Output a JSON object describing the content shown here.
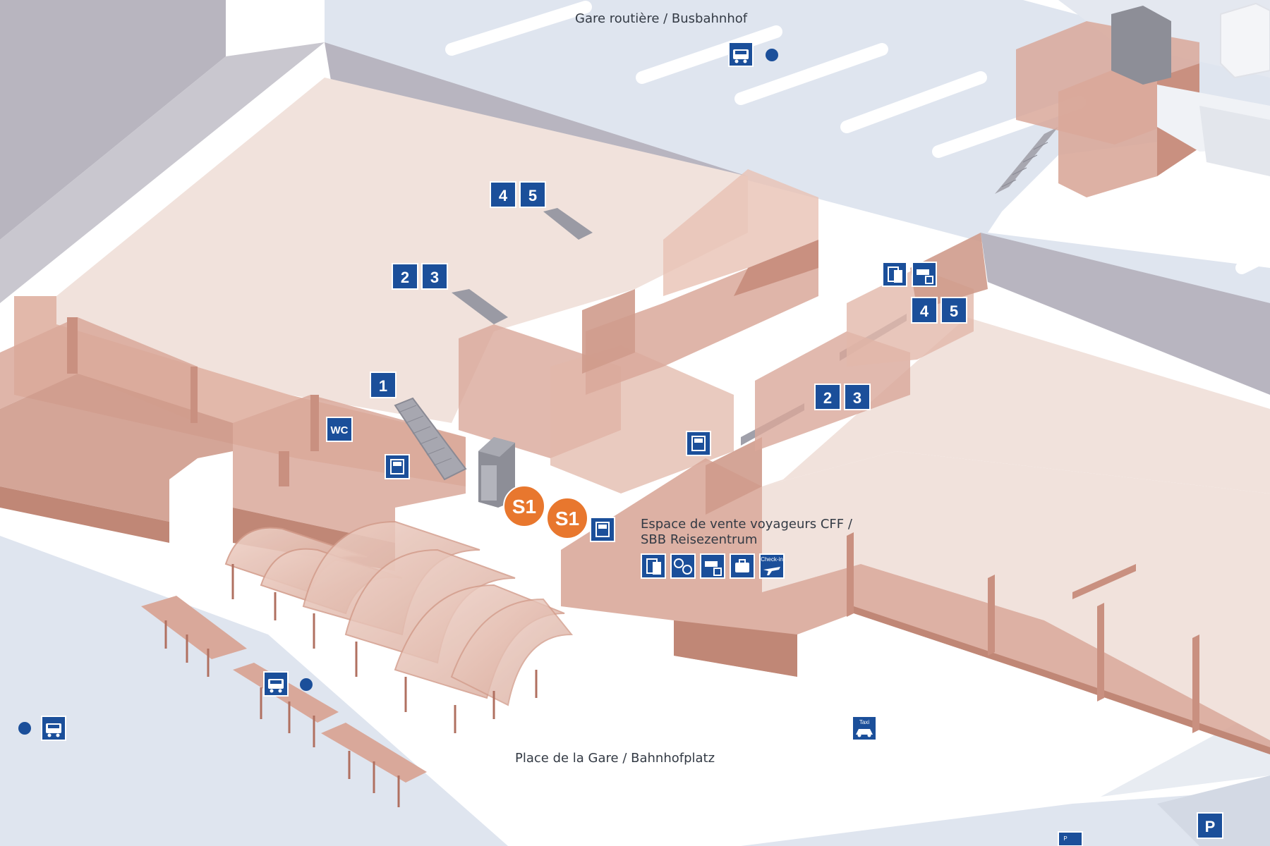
{
  "map": {
    "labels": {
      "bus_station": "Gare routière / Busbahnhof",
      "station_square": "Place de la Gare  / Bahnhofplatz",
      "travel_centre_line1": "Espace de vente voyageurs CFF /",
      "travel_centre_line2": "SBB Reisezentrum"
    },
    "platform_signs": {
      "a1": "1",
      "a2": "2",
      "a3": "3",
      "a4": "4",
      "a5": "5",
      "b2": "2",
      "b3": "3",
      "b4": "4",
      "b5": "5"
    },
    "line_badges": {
      "s1_a": "S1",
      "s1_b": "S1"
    },
    "service_icons": {
      "wc": "WC",
      "taxi": "Taxi",
      "parking": "P",
      "checkin": "Check-in"
    },
    "colors": {
      "building": "#d9a89a",
      "building_dark": "#c99080",
      "floor": "#f1e2dc",
      "road": "#dfe5ef",
      "road_dark": "#b9b6c0",
      "sign_blue": "#1b4f9a",
      "bus_stop_dot": "#1b4f9a",
      "s1_orange": "#e8772e"
    }
  }
}
